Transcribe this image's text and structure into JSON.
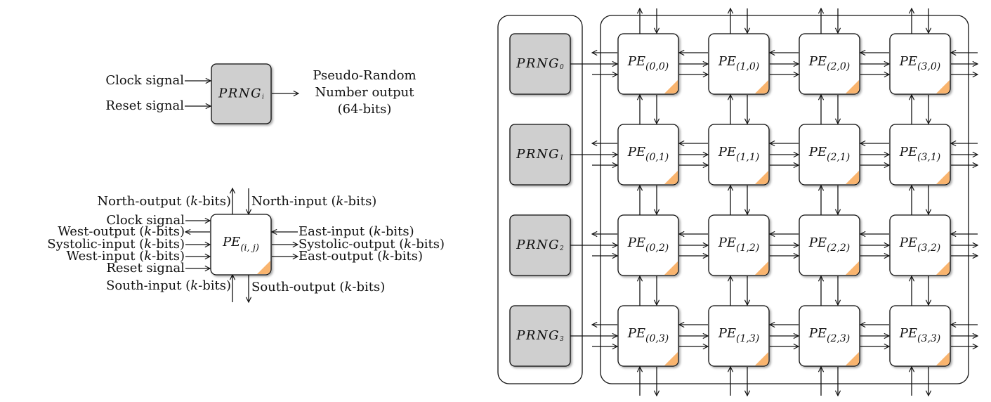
{
  "prng_legend": {
    "label": "PRNG",
    "sub": "i",
    "inputs": [
      "Clock signal",
      "Reset signal"
    ],
    "output_lines": [
      "Pseudo-Random",
      "Number output",
      "(64-bits)"
    ]
  },
  "pe_legend": {
    "label": "PE",
    "sub": "(i, j)",
    "north_output": {
      "a": "North-output (",
      "v": "k",
      "b": "-bits)"
    },
    "north_input": {
      "a": "North-input (",
      "v": "k",
      "b": "-bits)"
    },
    "south_input": {
      "a": "South-input (",
      "v": "k",
      "b": "-bits)"
    },
    "south_output": {
      "a": "South-output (",
      "v": "k",
      "b": "-bits)"
    },
    "west_labels": [
      {
        "a": "Clock signal",
        "v": "",
        "b": ""
      },
      {
        "a": "West-output (",
        "v": "k",
        "b": "-bits)"
      },
      {
        "a": "Systolic-input (",
        "v": "k",
        "b": "-bits)"
      },
      {
        "a": "West-input (",
        "v": "k",
        "b": "-bits)"
      },
      {
        "a": "Reset signal",
        "v": "",
        "b": ""
      }
    ],
    "east_labels": [
      {
        "a": "East-input (",
        "v": "k",
        "b": "-bits)"
      },
      {
        "a": "Systolic-output (",
        "v": "k",
        "b": "-bits)"
      },
      {
        "a": "East-output (",
        "v": "k",
        "b": "-bits)"
      }
    ]
  },
  "array": {
    "prng_label": "PRNG",
    "prng_subs": [
      "0",
      "1",
      "2",
      "3"
    ],
    "pe_label": "PE",
    "pe_subs": [
      [
        "(0,0)",
        "(1,0)",
        "(2,0)",
        "(3,0)"
      ],
      [
        "(0,1)",
        "(1,1)",
        "(2,1)",
        "(3,1)"
      ],
      [
        "(0,2)",
        "(1,2)",
        "(2,2)",
        "(3,2)"
      ],
      [
        "(0,3)",
        "(1,3)",
        "(2,3)",
        "(3,3)"
      ]
    ]
  },
  "colors": {
    "prng_fill": "#cfcfcf",
    "pe_fill": "#ffffff",
    "corner_accent": "#f9b46e",
    "stroke": "#111111"
  }
}
